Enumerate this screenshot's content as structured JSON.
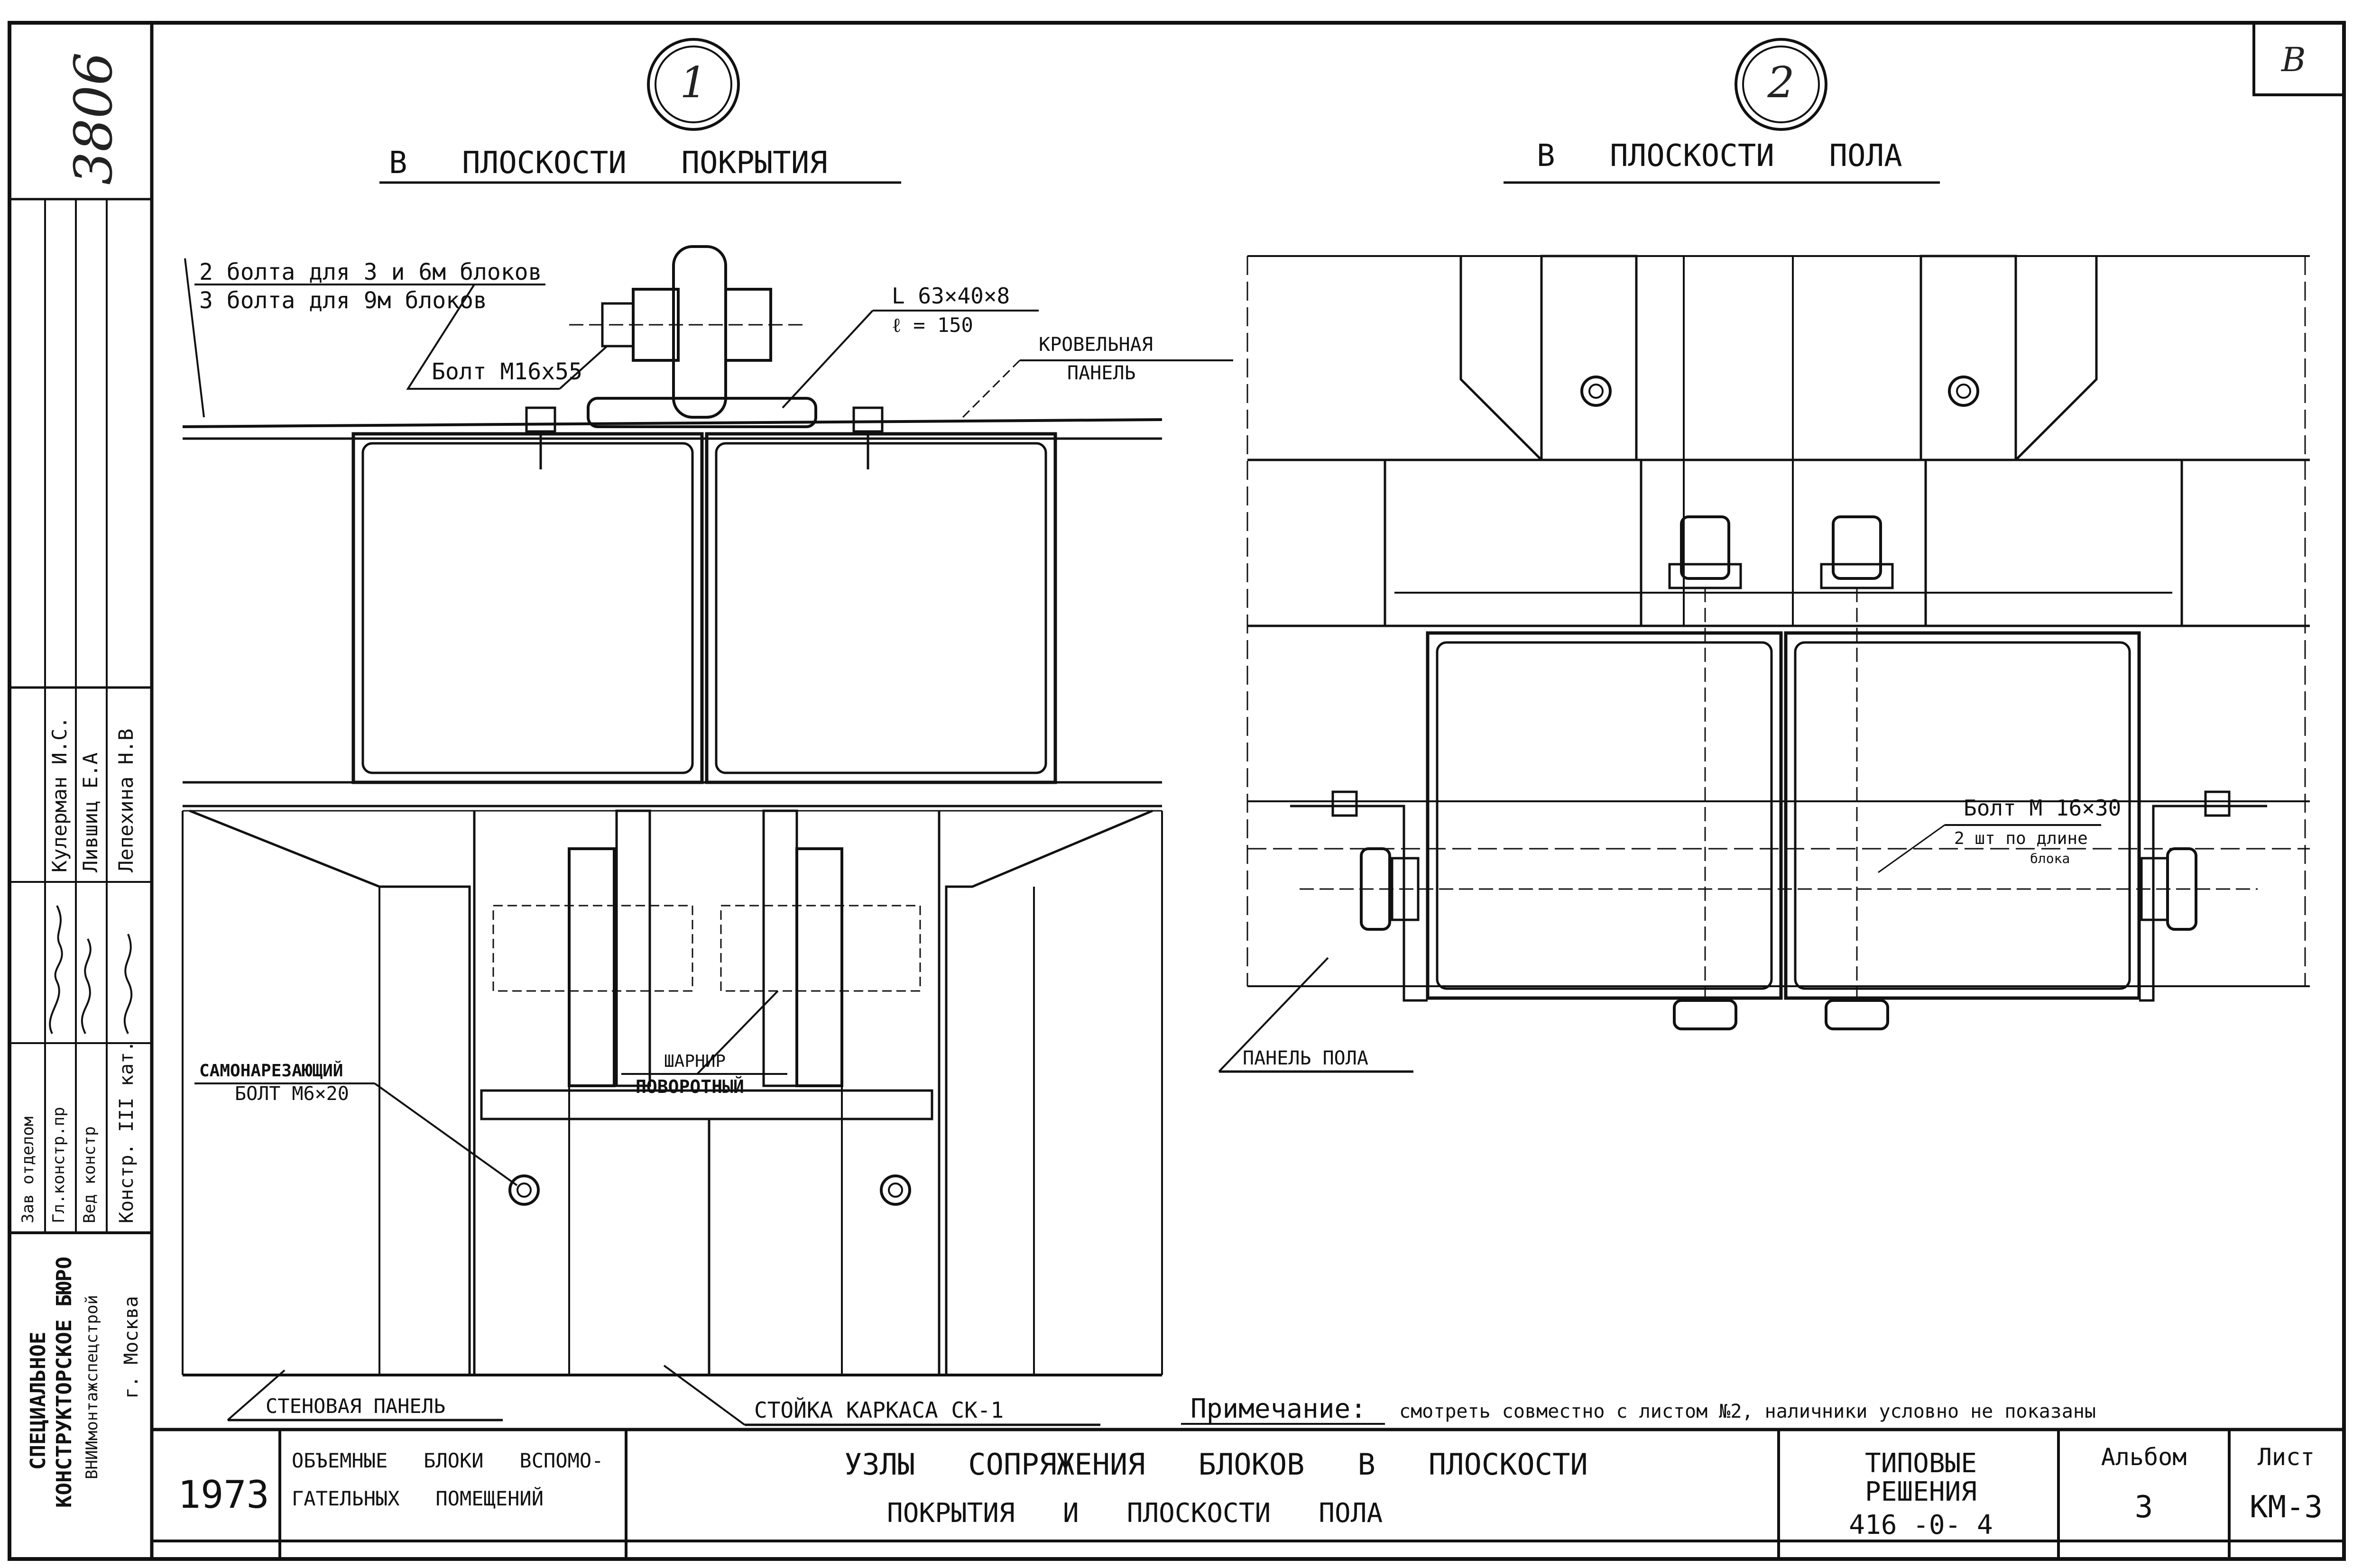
{
  "sheet_number_handwritten": "3806",
  "corner_mark": "В",
  "view1": {
    "number": "1",
    "title": "В   ПЛОСКОСТИ   ПОКРЫТИЯ",
    "callouts": {
      "bolts_line1": "2 болта для 3 и 6м блоков",
      "bolts_line2": "3 болта для 9м блоков",
      "bolt": "Болт М16х55",
      "angle_line1": "L 63×40×8",
      "angle_line2": "ℓ = 150",
      "roof_panel_line1": "КРОВЕЛЬНАЯ",
      "roof_panel_line2": "ПАНЕЛЬ",
      "screw_line1": "САМОНАРЕЗАЮЩИЙ",
      "screw_line2": "БОЛТ М6×20",
      "hinge_line1": "ШАРНИР",
      "hinge_line2": "ПОВОРОТНЫЙ",
      "wall_panel": "СТЕНОВАЯ ПАНЕЛЬ",
      "column": "СТОЙКА КАРКАСА СК-1"
    }
  },
  "view2": {
    "number": "2",
    "title": "В   ПЛОСКОСТИ   ПОЛА",
    "callouts": {
      "bolt_line1": "Болт М 16×30",
      "bolt_line2": "2 шт по длине",
      "bolt_line3": "блока",
      "floor_panel": "ПАНЕЛЬ ПОЛА"
    }
  },
  "note_label": "Примечание:",
  "note_text": "смотреть совместно с листом №2, наличники условно не показаны",
  "left_strip": {
    "roles": [
      "Зав отделом",
      "Гл.констр.пр",
      "Вед констр",
      "Констр. III кат."
    ],
    "names": [
      "Кулерман И.С.",
      "Лившиц Е.А",
      "Лепехина Н.В"
    ],
    "org_line1": "СПЕЦИАЛЬНОЕ",
    "org_line2": "КОНСТРУКТОРСКОЕ БЮРО",
    "org_line3": "ВНИИмонтажспецстрой",
    "city": "г. Москва"
  },
  "title_block": {
    "year": "1973",
    "project_line1": "ОБЪЕМНЫЕ   БЛОКИ   ВСПОМО-",
    "project_line2": "ГАТЕЛЬНЫХ   ПОМЕЩЕНИЙ",
    "drawing_line1": "УЗЛЫ   СОПРЯЖЕНИЯ   БЛОКОВ   В   ПЛОСКОСТИ",
    "drawing_line2": "ПОКРЫТИЯ   И   ПЛОСКОСТИ   ПОЛА",
    "series_line1": "ТИПОВЫЕ",
    "series_line2": "РЕШЕНИЯ",
    "series_line3": "416 -0- 4",
    "album_label": "Альбом",
    "album_value": "3",
    "sheet_label": "Лист",
    "sheet_value": "КМ-3"
  }
}
